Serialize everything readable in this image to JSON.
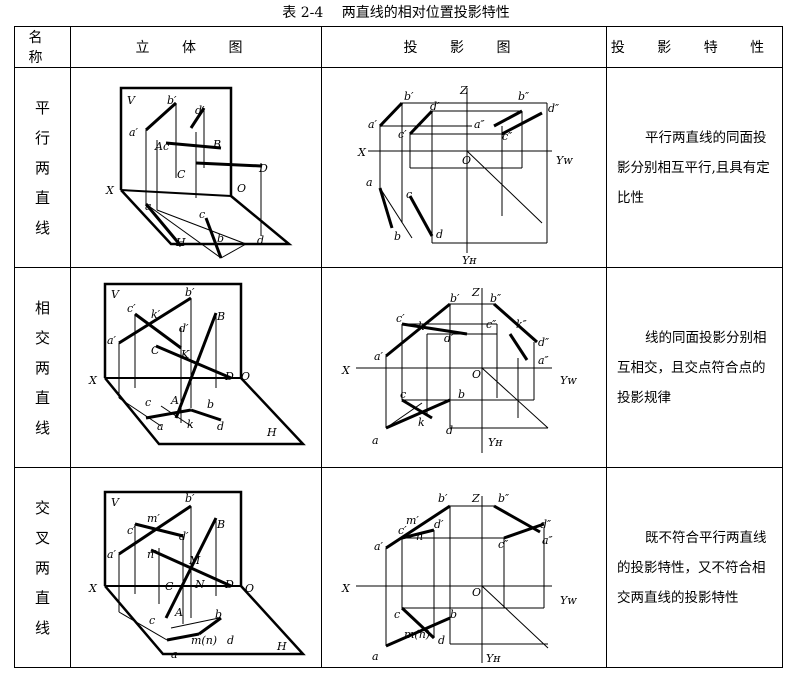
{
  "title": {
    "tag": "表 2-4",
    "text": "两直线的相对位置投影特性"
  },
  "headers": [
    "名称",
    "立 体 图",
    "投 影 图",
    "投 影 特 性"
  ],
  "rows": [
    {
      "name": [
        "平",
        "行",
        "两",
        "直",
        "线"
      ],
      "desc": "平行两直线的同面投影分别相互平行,且具有定比性"
    },
    {
      "name": [
        "相",
        "交",
        "两",
        "直",
        "线"
      ],
      "desc": "线的同面投影分别相互相交，且交点符合点的投影规律"
    },
    {
      "name": [
        "交",
        "叉",
        "两",
        "直",
        "线"
      ],
      "desc": "既不符合平行两直线的投影特性，又不符合相交两直线的投影特性"
    }
  ],
  "labels": {
    "V": "V",
    "H": "H",
    "X": "X",
    "O": "O",
    "Z": "Z",
    "Yw": "Yᴡ",
    "Yh": "Yʜ",
    "A": "A",
    "B": "B",
    "C": "C",
    "D": "D",
    "K": "K",
    "M": "M",
    "N": "N",
    "a": "a",
    "b": "b",
    "c": "c",
    "d": "d",
    "k": "k",
    "a1": "a′",
    "b1": "b′",
    "c1": "c′",
    "d1": "d′",
    "k1": "k′",
    "m1": "m′",
    "n1": "n′",
    "a2": "a″",
    "b2": "b″",
    "c2": "c″",
    "d2": "d″",
    "k2": "k″",
    "mn": "m(n)"
  }
}
